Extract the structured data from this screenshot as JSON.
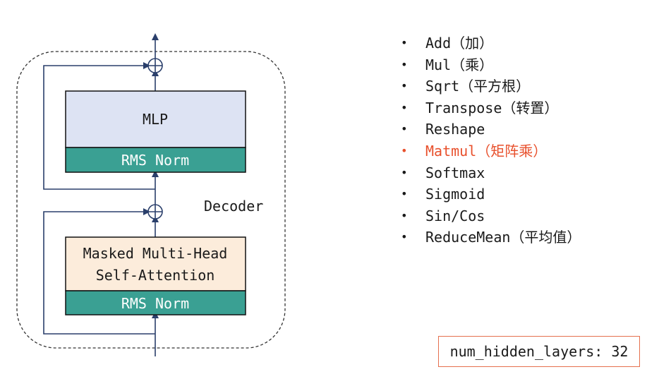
{
  "diagram": {
    "decoder_label": "Decoder",
    "mlp_label": "MLP",
    "attention_line1": "Masked Multi-Head",
    "attention_line2": "Self-Attention",
    "norm_top_label": "RMS Norm",
    "norm_bottom_label": "RMS Norm"
  },
  "operators": [
    {
      "label": "Add（加）",
      "highlight": false
    },
    {
      "label": "Mul（乘）",
      "highlight": false
    },
    {
      "label": "Sqrt（平方根）",
      "highlight": false
    },
    {
      "label": "Transpose（转置）",
      "highlight": false
    },
    {
      "label": "Reshape",
      "highlight": false
    },
    {
      "label": "Matmul（矩阵乘）",
      "highlight": true
    },
    {
      "label": "Softmax",
      "highlight": false
    },
    {
      "label": "Sigmoid",
      "highlight": false
    },
    {
      "label": "Sin/Cos",
      "highlight": false
    },
    {
      "label": "ReduceMean（平均值）",
      "highlight": false
    }
  ],
  "config": {
    "layers_text": "num_hidden_layers: 32"
  },
  "colors": {
    "mlp_fill": "#dde3f3",
    "attention_fill": "#fcecdb",
    "norm_fill": "#3aa093",
    "highlight_text": "#e8502c",
    "config_border": "#e5704e"
  }
}
